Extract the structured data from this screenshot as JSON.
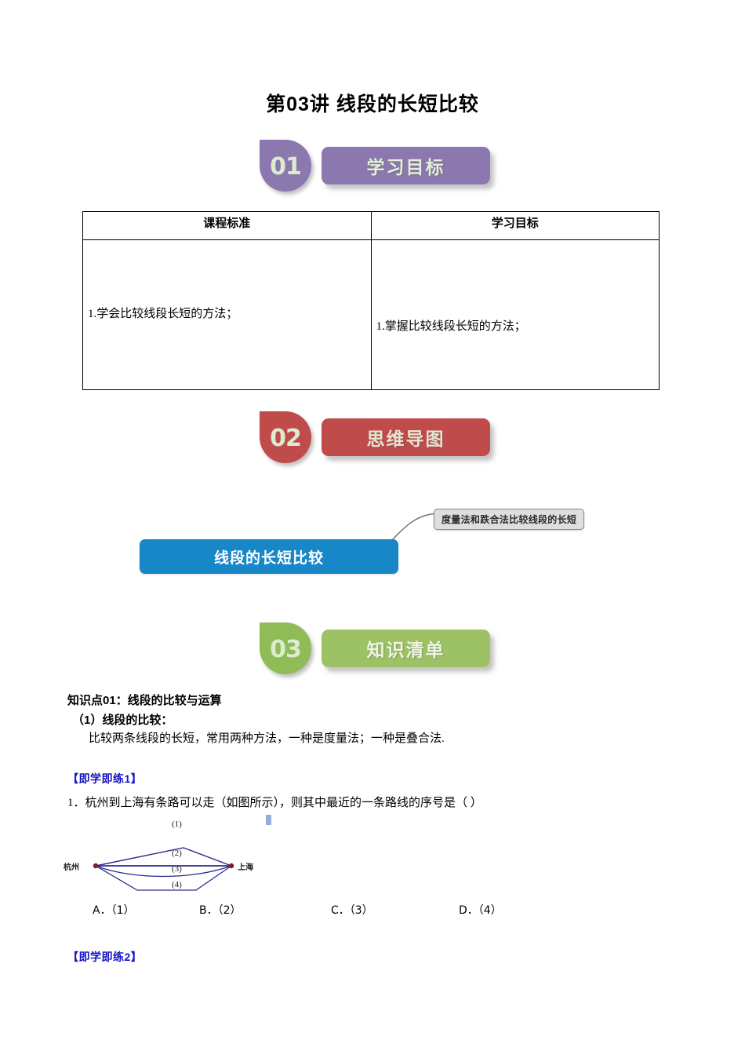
{
  "document": {
    "title": "第03讲 线段的长短比较"
  },
  "sections": [
    {
      "number": "01",
      "label": "学习目标",
      "color": "#8a78ae"
    },
    {
      "number": "02",
      "label": "思维导图",
      "color": "#c04b4b"
    },
    {
      "number": "03",
      "label": "知识清单",
      "color": "#9cc265"
    }
  ],
  "objectives_table": {
    "headers": [
      "课程标准",
      "学习目标"
    ],
    "rows": [
      {
        "standard": "1.学会比较线段长短的方法；",
        "objective": "1.掌握比较线段长短的方法；"
      }
    ]
  },
  "mindmap": {
    "root": "线段的长短比较",
    "root_color": "#1787c8",
    "branches": [
      "度量法和跌合法比较线段的长短"
    ],
    "branch_color": "#dedede"
  },
  "knowledge": {
    "heading": "知识点01：线段的比较与运算",
    "subheading": "（1）线段的比较：",
    "body": "比较两条线段的长短，常用两种方法，一种是度量法；一种是叠合法."
  },
  "practice": [
    {
      "label": "【即学即练1】",
      "question": "1．杭州到上海有条路可以走（如图所示），则其中最近的一条路线的序号是（    ）",
      "figure": {
        "left_city": "杭州",
        "right_city": "上海",
        "route_labels": [
          "(1)",
          "(2)",
          "(3)",
          "(4)"
        ],
        "line_color": "#2b2b8c",
        "node_color": "#8b1a1a"
      },
      "options": [
        "A．（1）",
        "B．（2）",
        "C．（3）",
        "D．（4）"
      ]
    },
    {
      "label": "【即学即练2】"
    }
  ]
}
